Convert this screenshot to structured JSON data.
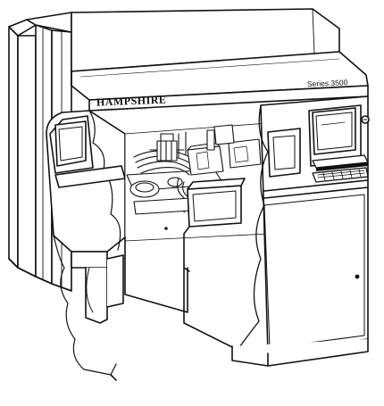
{
  "brand": {
    "name": "HAMPSHIRE",
    "subtitle": "INSTRUMENTS INC"
  },
  "model": {
    "label": "Series 3500"
  },
  "colors": {
    "ink": "#111111",
    "paper": "#ffffff"
  }
}
